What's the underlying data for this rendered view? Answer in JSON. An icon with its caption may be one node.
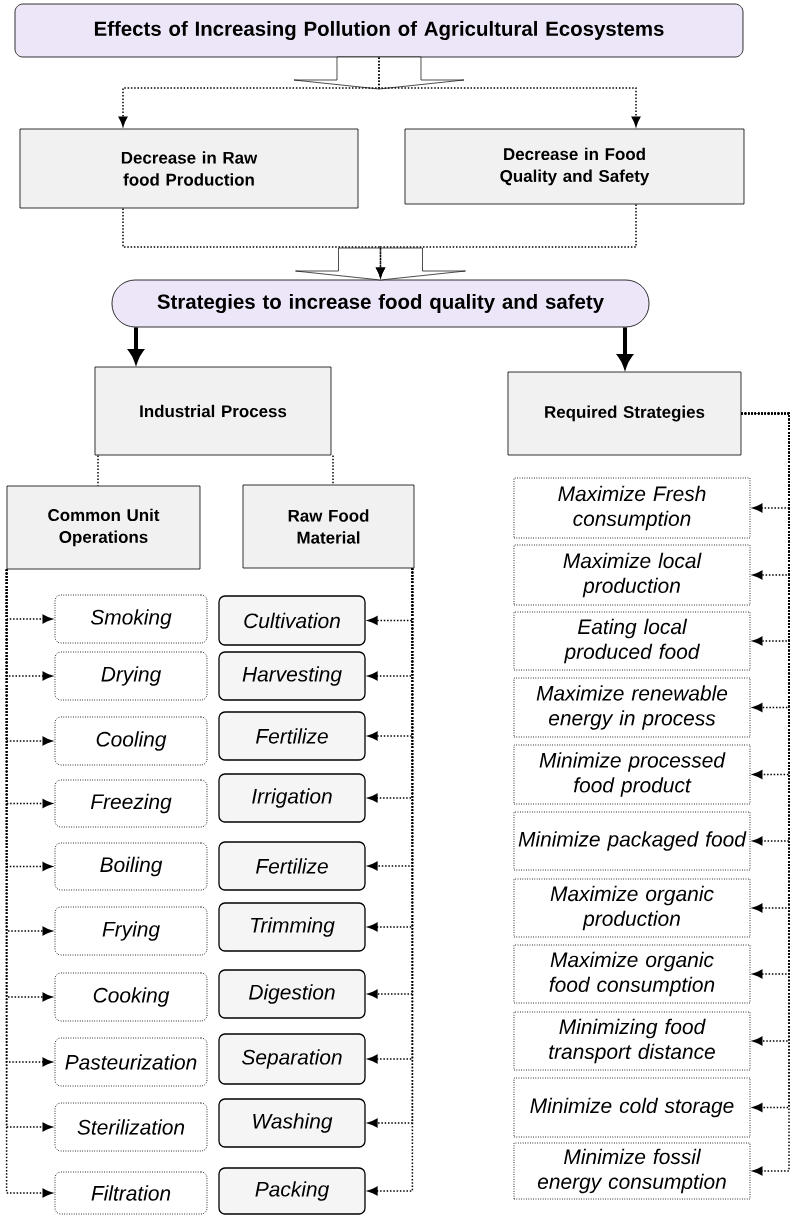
{
  "diagram": {
    "nodes": [
      {
        "text": [
          "Effects of Increasing Pollution of Agricultural Ecosystems"
        ]
      },
      {
        "text": [
          "Decrease in Raw food Production"
        ]
      },
      {
        "text": [
          "Decrease in Food Quality and Safety"
        ]
      },
      {
        "text": [
          "Strategies to increase food quality and safety"
        ]
      },
      {
        "text": [
          "Industrial Process"
        ]
      },
      {
        "text": [
          "Required Strategies"
        ]
      },
      {
        "text": [
          "Common Unit Operations"
        ]
      },
      {
        "text": [
          "Raw Food Material"
        ]
      },
      {
        "text": [
          "Smoking"
        ]
      },
      {
        "text": [
          "Drying"
        ]
      },
      {
        "text": [
          "Cooling"
        ]
      },
      {
        "text": [
          "Freezing"
        ]
      },
      {
        "text": [
          "Boiling"
        ]
      },
      {
        "text": [
          "Frying"
        ]
      },
      {
        "text": [
          "Cooking"
        ]
      },
      {
        "text": [
          "Pasteurization"
        ]
      },
      {
        "text": [
          "Sterilization"
        ]
      },
      {
        "text": [
          "Filtration"
        ]
      },
      {
        "text": [
          "Cultivation"
        ]
      },
      {
        "text": [
          "Harvesting"
        ]
      },
      {
        "text": [
          "Fertilize"
        ]
      },
      {
        "text": [
          "Irrigation"
        ]
      },
      {
        "text": [
          "Fertilize"
        ]
      },
      {
        "text": [
          "Trimming"
        ]
      },
      {
        "text": [
          "Digestion"
        ]
      },
      {
        "text": [
          "Separation"
        ]
      },
      {
        "text": [
          "Washing"
        ]
      },
      {
        "text": [
          "Packing"
        ]
      },
      {
        "text": [
          "Maximize Fresh consumption"
        ]
      },
      {
        "text": [
          "Maximize local production"
        ]
      },
      {
        "text": [
          "Eating local produced food"
        ]
      },
      {
        "text": [
          "Maximize renewable energy in process"
        ]
      },
      {
        "text": [
          "Minimize processed food product"
        ]
      },
      {
        "text": [
          "Minimize packaged food"
        ]
      },
      {
        "text": [
          "Maximize organic production"
        ]
      },
      {
        "text": [
          "Maximize organic food consumption"
        ]
      },
      {
        "text": [
          "Minimizing food transport distance"
        ]
      },
      {
        "text": [
          "Minimize cold storage"
        ]
      },
      {
        "text": [
          "Minimize fossil energy consumption"
        ]
      }
    ],
    "edges": [
      {
        "from": 0,
        "to": 1,
        "arrow": "to",
        "style": "dashed"
      },
      {
        "from": 0,
        "to": 2,
        "arrow": "to",
        "style": "dashed"
      },
      {
        "from": 1,
        "to": 3,
        "arrow": "to",
        "style": "dashed"
      },
      {
        "from": 2,
        "to": 3,
        "arrow": "to",
        "style": "dashed"
      },
      {
        "from": 3,
        "to": 4,
        "arrow": "to",
        "style": "thick"
      },
      {
        "from": 3,
        "to": 5,
        "arrow": "to",
        "style": "thick"
      },
      {
        "from": 4,
        "to": 6,
        "arrow": "none",
        "style": "dashed"
      },
      {
        "from": 4,
        "to": 7,
        "arrow": "none",
        "style": "dashed"
      },
      {
        "from": 6,
        "to": 8,
        "arrow": "to",
        "style": "dashed"
      },
      {
        "from": 6,
        "to": 9,
        "arrow": "to",
        "style": "dashed"
      },
      {
        "from": 6,
        "to": 10,
        "arrow": "to",
        "style": "dashed"
      },
      {
        "from": 6,
        "to": 11,
        "arrow": "to",
        "style": "dashed"
      },
      {
        "from": 6,
        "to": 12,
        "arrow": "to",
        "style": "dashed"
      },
      {
        "from": 6,
        "to": 13,
        "arrow": "to",
        "style": "dashed"
      },
      {
        "from": 6,
        "to": 14,
        "arrow": "to",
        "style": "dashed"
      },
      {
        "from": 6,
        "to": 15,
        "arrow": "to",
        "style": "dashed"
      },
      {
        "from": 6,
        "to": 16,
        "arrow": "to",
        "style": "dashed"
      },
      {
        "from": 6,
        "to": 17,
        "arrow": "to",
        "style": "dashed"
      },
      {
        "from": 7,
        "to": 18,
        "arrow": "to",
        "style": "dashed"
      },
      {
        "from": 7,
        "to": 19,
        "arrow": "to",
        "style": "dashed"
      },
      {
        "from": 7,
        "to": 20,
        "arrow": "to",
        "style": "dashed"
      },
      {
        "from": 7,
        "to": 21,
        "arrow": "to",
        "style": "dashed"
      },
      {
        "from": 7,
        "to": 22,
        "arrow": "to",
        "style": "dashed"
      },
      {
        "from": 7,
        "to": 23,
        "arrow": "to",
        "style": "dashed"
      },
      {
        "from": 7,
        "to": 24,
        "arrow": "to",
        "style": "dashed"
      },
      {
        "from": 7,
        "to": 25,
        "arrow": "to",
        "style": "dashed"
      },
      {
        "from": 7,
        "to": 26,
        "arrow": "to",
        "style": "dashed"
      },
      {
        "from": 7,
        "to": 27,
        "arrow": "to",
        "style": "dashed"
      },
      {
        "from": 5,
        "to": 28,
        "arrow": "to",
        "style": "dashed"
      },
      {
        "from": 5,
        "to": 29,
        "arrow": "to",
        "style": "dashed"
      },
      {
        "from": 5,
        "to": 30,
        "arrow": "to",
        "style": "dashed"
      },
      {
        "from": 5,
        "to": 31,
        "arrow": "to",
        "style": "dashed"
      },
      {
        "from": 5,
        "to": 32,
        "arrow": "to",
        "style": "dashed"
      },
      {
        "from": 5,
        "to": 33,
        "arrow": "to",
        "style": "dashed"
      },
      {
        "from": 5,
        "to": 34,
        "arrow": "to",
        "style": "dashed"
      },
      {
        "from": 5,
        "to": 35,
        "arrow": "to",
        "style": "dashed"
      },
      {
        "from": 5,
        "to": 36,
        "arrow": "to",
        "style": "dashed"
      },
      {
        "from": 5,
        "to": 37,
        "arrow": "to",
        "style": "dashed"
      },
      {
        "from": 5,
        "to": 38,
        "arrow": "to",
        "style": "dashed"
      }
    ]
  }
}
